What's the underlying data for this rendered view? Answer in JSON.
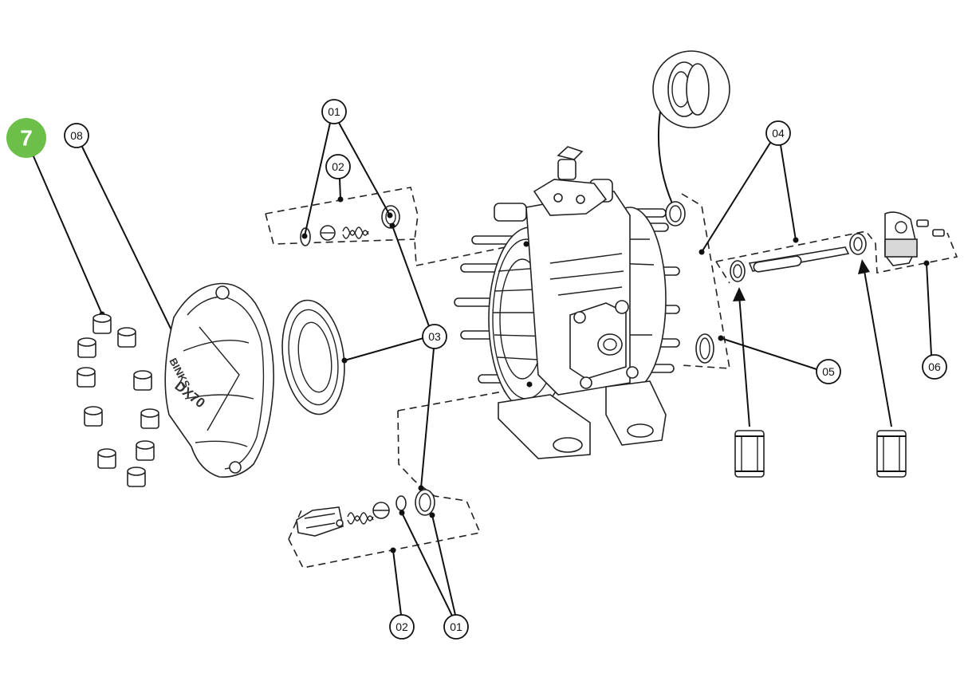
{
  "badge": {
    "label": "7",
    "color": "#6cc04a"
  },
  "callouts": {
    "c08": "08",
    "c01_top": "01",
    "c02_top": "02",
    "c03": "03",
    "c04": "04",
    "c05": "05",
    "c06": "06",
    "c02_bottom": "02",
    "c01_bottom": "01"
  },
  "housing_text": {
    "brand": "BINKS",
    "model": "DX70"
  }
}
